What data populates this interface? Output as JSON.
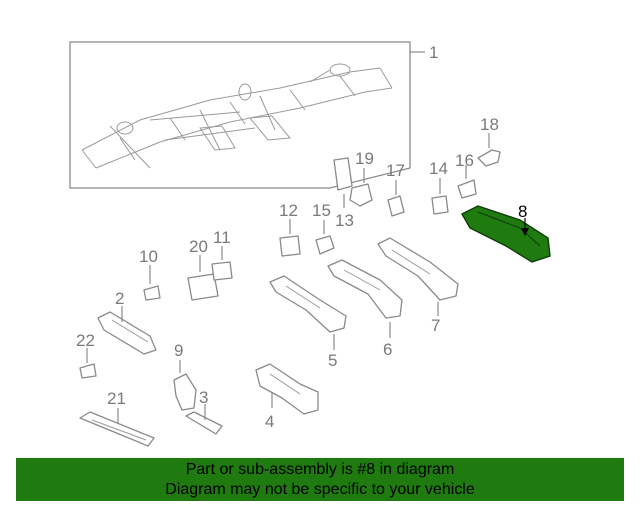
{
  "diagram": {
    "highlighted_part": "8",
    "highlight_color": "#1f7a10",
    "callouts": {
      "c1": "1",
      "c2": "2",
      "c3": "3",
      "c4": "4",
      "c5": "5",
      "c6": "6",
      "c7": "7",
      "c8": "8",
      "c9": "9",
      "c10": "10",
      "c11": "11",
      "c12": "12",
      "c13": "13",
      "c14": "14",
      "c15": "15",
      "c16": "16",
      "c17": "17",
      "c18": "18",
      "c19": "19",
      "c20": "20",
      "c21": "21",
      "c22": "22"
    }
  },
  "banner": {
    "line1": "Part or sub-assembly is #8 in diagram",
    "line2": "Diagram may not be specific to your vehicle",
    "background": "#1f7a10"
  }
}
